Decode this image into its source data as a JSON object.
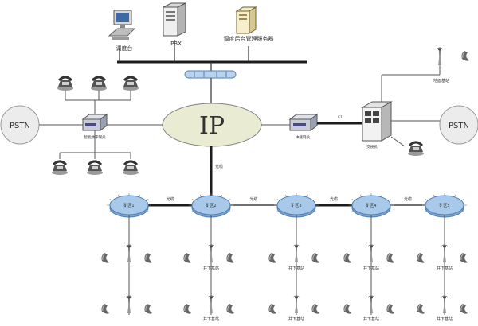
{
  "top": {
    "dispatch_label": "调度台",
    "pbx_label": "PBX",
    "server_label": "调度后台管理服务器"
  },
  "center": {
    "ip_label": "IP"
  },
  "left": {
    "pstn_label": "PSTN",
    "gateway_label": "智能数字网关"
  },
  "right": {
    "pstn_label": "PSTN",
    "gateway_label": "中继网关",
    "switch_label": "交换机",
    "line_label": "E1",
    "ground_station_label": "地面基站"
  },
  "links": {
    "fiber_label": "光缆"
  },
  "rings": [
    {
      "label": "矿区1"
    },
    {
      "label": "矿区2"
    },
    {
      "label": "矿区3"
    },
    {
      "label": "矿区4"
    },
    {
      "label": "矿区5"
    }
  ],
  "underground": {
    "station_label": "井下基站"
  },
  "colors": {
    "ring_fill": "#a9c9ea",
    "ring_edge": "#4f7fb3",
    "ip_fill": "#e9ecd2",
    "pstn_fill": "#ececec",
    "bus_fill": "#b9d2ee"
  }
}
